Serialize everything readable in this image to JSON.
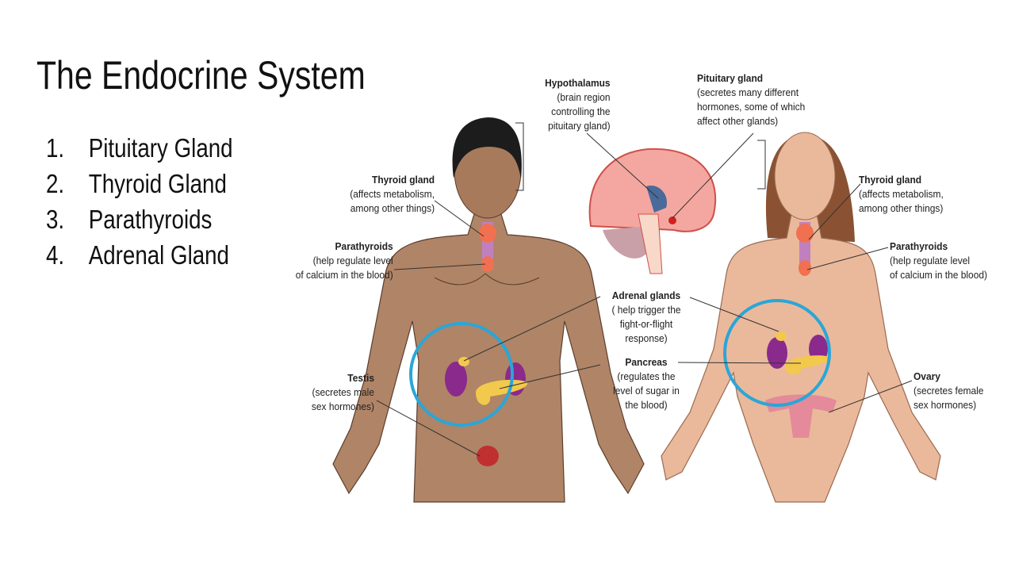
{
  "slide": {
    "title": "The Endocrine System",
    "list": [
      {
        "num": "1.",
        "text": "Pituitary Gland"
      },
      {
        "num": "2.",
        "text": "Thyroid Gland"
      },
      {
        "num": "3.",
        "text": "Parathyroids"
      },
      {
        "num": "4.",
        "text": "Adrenal Gland"
      }
    ]
  },
  "diagram": {
    "labels": {
      "hypothalamus": {
        "title": "Hypothalamus",
        "lines": [
          "(brain region",
          "controlling the",
          "pituitary gland)"
        ]
      },
      "pituitary": {
        "title": "Pituitary gland",
        "lines": [
          "(secretes many different",
          "hormones, some of which",
          "affect other glands)"
        ]
      },
      "thyroid_male": {
        "title": "Thyroid gland",
        "lines": [
          "(affects metabolism,",
          "among other things)"
        ]
      },
      "thyroid_female": {
        "title": "Thyroid gland",
        "lines": [
          "(affects metabolism,",
          "among other things)"
        ]
      },
      "parathyroids_male": {
        "title": "Parathyroids",
        "lines": [
          "(help regulate level",
          "of calcium in the blood)"
        ]
      },
      "parathyroids_female": {
        "title": "Parathyroids",
        "lines": [
          "(help regulate level",
          "of calcium in the blood)"
        ]
      },
      "adrenal": {
        "title": "Adrenal glands",
        "lines": [
          "( help trigger the",
          "fight-or-flight",
          "response)"
        ]
      },
      "pancreas": {
        "title": "Pancreas",
        "lines": [
          "(regulates the",
          "level of sugar in",
          "the blood)"
        ]
      },
      "testis": {
        "title": "Testis",
        "lines": [
          "(secretes male",
          "sex hormones)"
        ]
      },
      "ovary": {
        "title": "Ovary",
        "lines": [
          "(secretes female",
          "sex hormones)"
        ]
      }
    },
    "colors": {
      "highlight_circle": "#2aa6d8",
      "male_skin": "#b08466",
      "female_skin": "#eab99b",
      "kidney": "#8a2a8c",
      "gland_yellow": "#f2c94c",
      "thyroid": "#f07050"
    }
  }
}
